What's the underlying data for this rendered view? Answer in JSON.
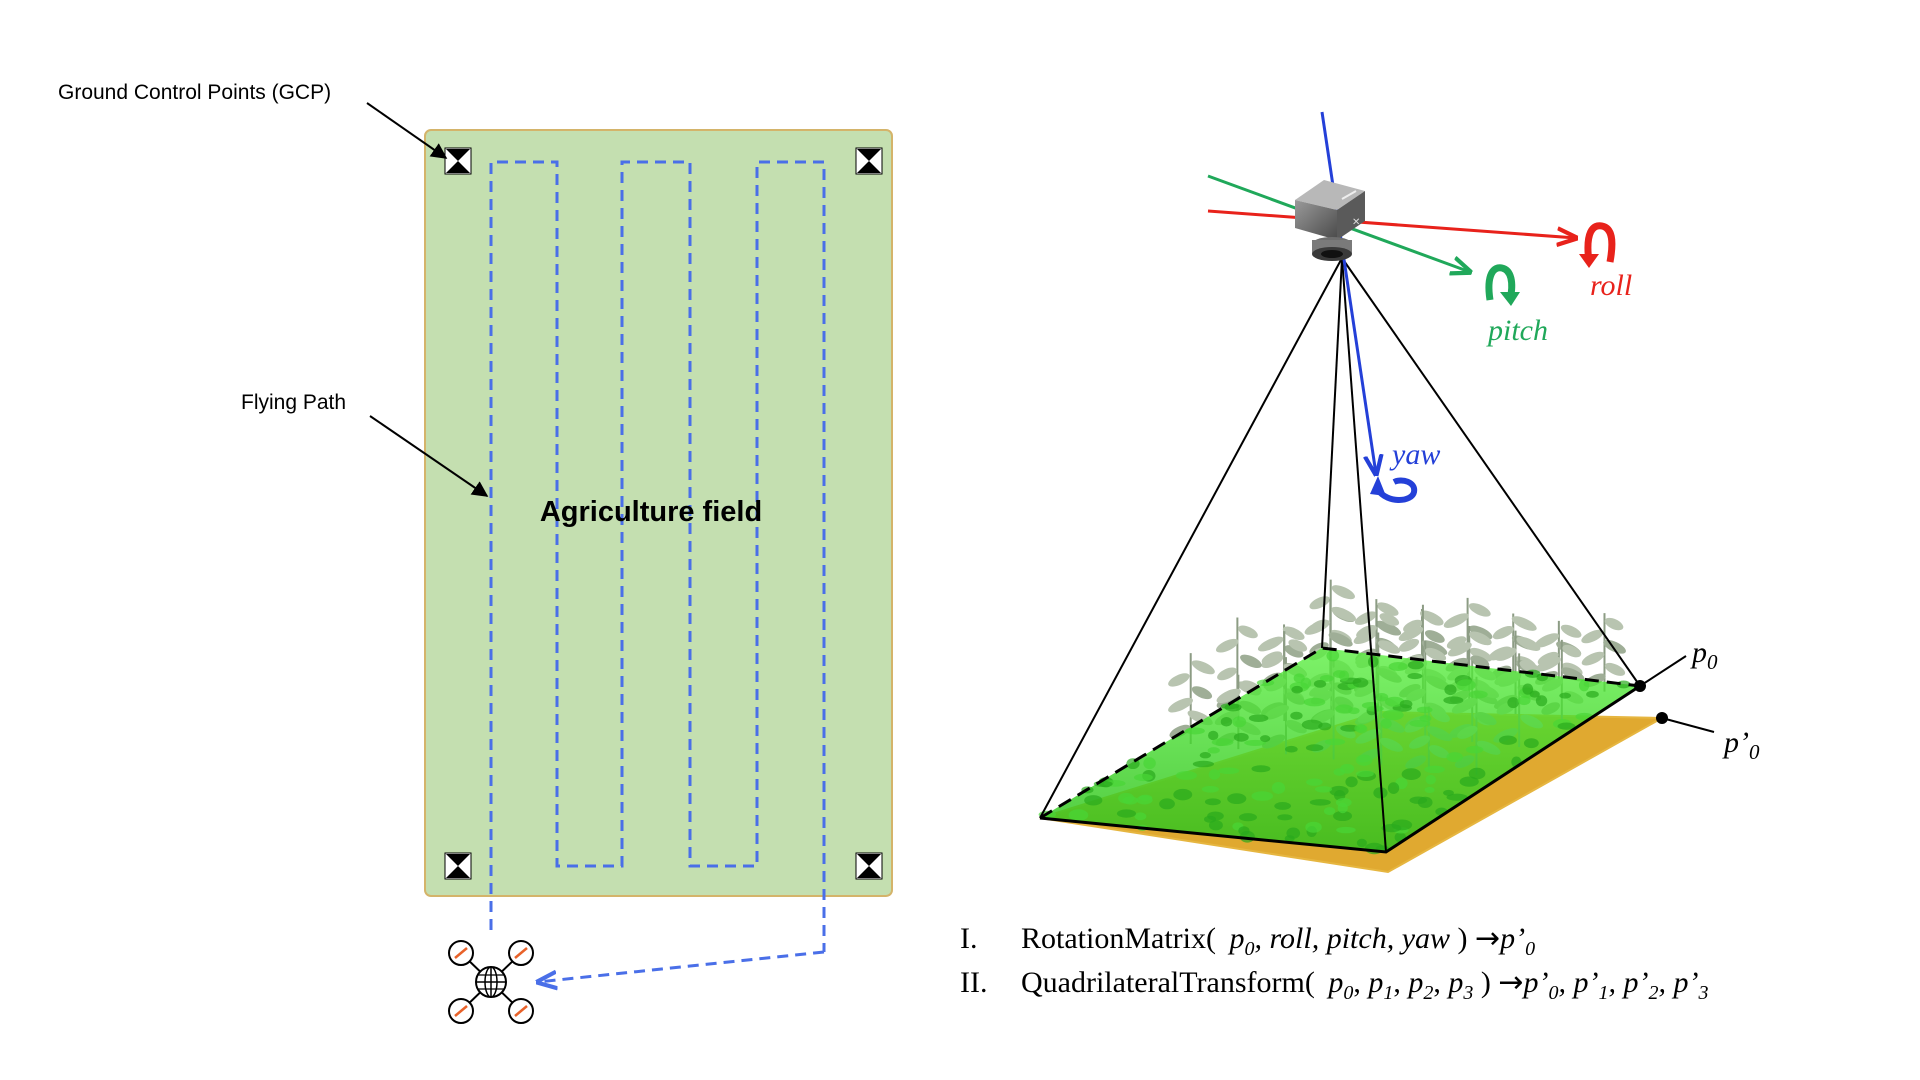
{
  "left_panel": {
    "gcp_label": "Ground Control Points (GCP)",
    "flying_path_label": "Flying Path",
    "field_label": "Agriculture field",
    "colors": {
      "field_fill": "#c4dfb0",
      "field_border": "#d4b46a",
      "path": "#4a6fe8"
    },
    "icons": [
      "gcp-marker-icon",
      "drone-icon"
    ]
  },
  "right_panel": {
    "axis_labels": {
      "roll": "roll",
      "pitch": "pitch",
      "yaw": "yaw"
    },
    "point_labels": {
      "p0": "p",
      "p0_sub": "0",
      "p0_prime": "p’",
      "p0_prime_sub": "0"
    },
    "colors": {
      "roll": "#e8221b",
      "pitch": "#20a85a",
      "yaw": "#2440d8",
      "ground": "#e0a930",
      "canopy": "#3ddc2a"
    },
    "icons": [
      "camera-icon",
      "roll-rotation-icon",
      "pitch-rotation-icon",
      "yaw-rotation-icon"
    ]
  },
  "formulas": [
    {
      "numeral": "I.",
      "func": "RotationMatrix(",
      "args": [
        "p",
        "0",
        ", roll, pitch, yaw",
        " ) ",
        "→",
        "p’",
        "0"
      ]
    },
    {
      "numeral": "II.",
      "func": "QuadrilateralTransform(",
      "args": [
        "p",
        "0",
        ", ",
        "p",
        "1",
        ", ",
        "p",
        "2",
        ", ",
        "p",
        "3",
        " ) ",
        "→",
        "p’",
        "0",
        ", ",
        "p’",
        "1",
        ", ",
        "p’",
        "2",
        ", ",
        "p’",
        "3"
      ]
    }
  ]
}
